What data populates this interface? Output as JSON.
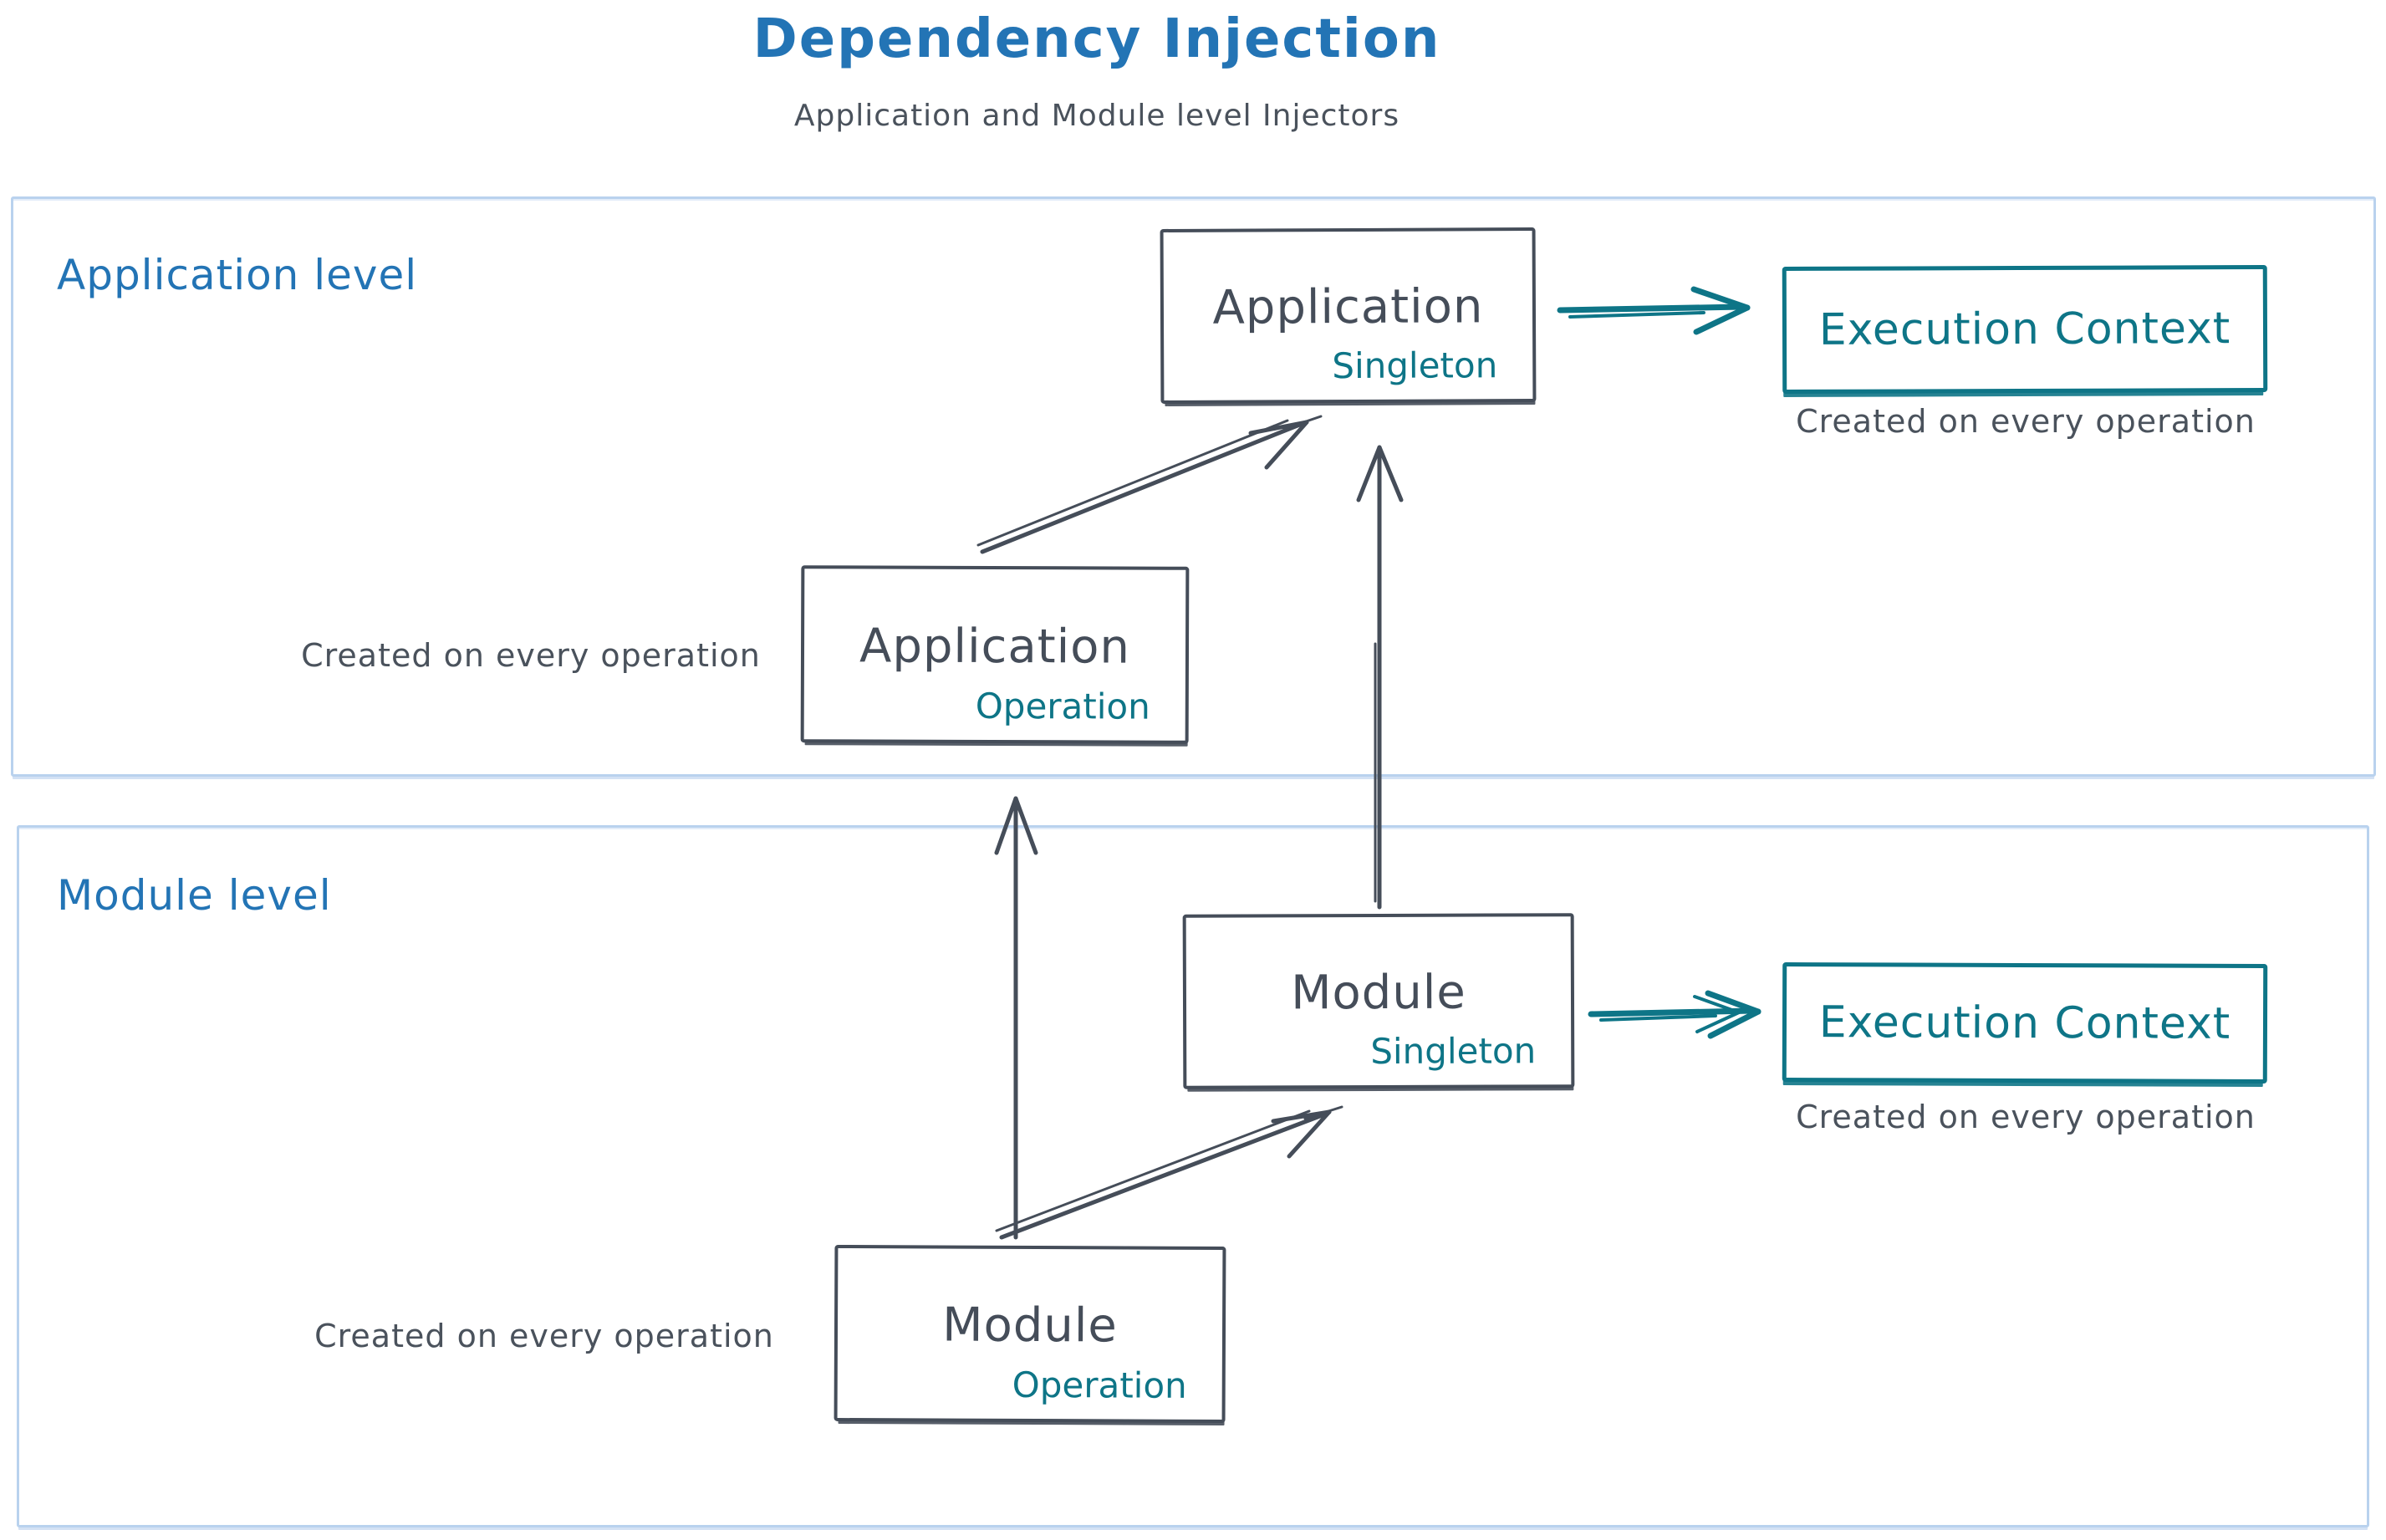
{
  "header": {
    "title": "Dependency Injection",
    "subtitle": "Application and Module level Injectors"
  },
  "sections": {
    "application": {
      "label": "Application level"
    },
    "module": {
      "label": "Module level"
    }
  },
  "nodes": {
    "app_singleton": {
      "title": "Application",
      "badge": "Singleton"
    },
    "app_operation": {
      "title": "Application",
      "badge": "Operation"
    },
    "app_execution_context": {
      "title": "Execution Context"
    },
    "module_singleton": {
      "title": "Module",
      "badge": "Singleton"
    },
    "module_operation": {
      "title": "Module",
      "badge": "Operation"
    },
    "module_execution_context": {
      "title": "Execution Context"
    }
  },
  "captions": {
    "app_execution_context": "Created on every operation",
    "app_operation": "Created on every operation",
    "module_execution_context": "Created on every operation",
    "module_operation": "Created on every operation"
  },
  "colors": {
    "title_blue": "#2374b5",
    "teal": "#0e7587",
    "stroke_dark": "#454d59",
    "section_border": "#b9d2ee"
  }
}
